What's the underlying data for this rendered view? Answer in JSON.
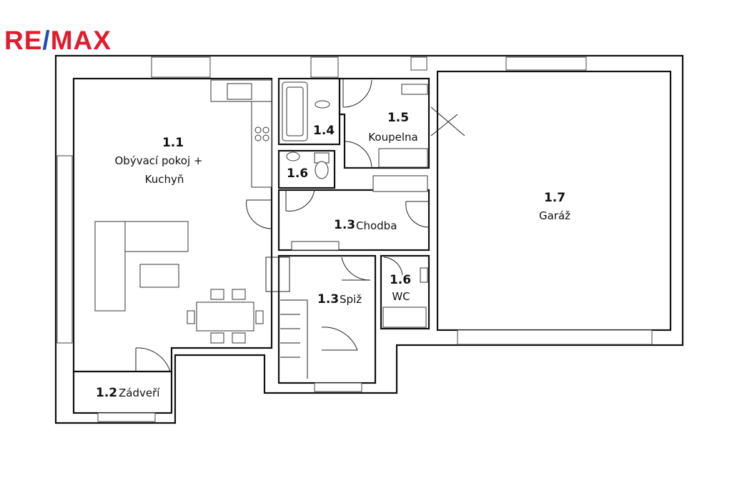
{
  "logo": {
    "part1": "RE",
    "slash": "/",
    "part2": "MAX",
    "colors": {
      "red": "#e11b2c",
      "blue": "#1f4fb5"
    }
  },
  "rooms": [
    {
      "num": "1.1",
      "name_line1": "Obývací pokoj +",
      "name_line2": "Kuchyň"
    },
    {
      "num": "1.2",
      "name": "Zádveří"
    },
    {
      "num": "1.3",
      "name": "Chodba"
    },
    {
      "num": "1.3",
      "name": "Spiž"
    },
    {
      "num": "1.4"
    },
    {
      "num": "1.5",
      "name": "Koupelna"
    },
    {
      "num": "1.6"
    },
    {
      "num": "1.6",
      "name": "WC"
    },
    {
      "num": "1.7",
      "name": "Garáž"
    }
  ]
}
